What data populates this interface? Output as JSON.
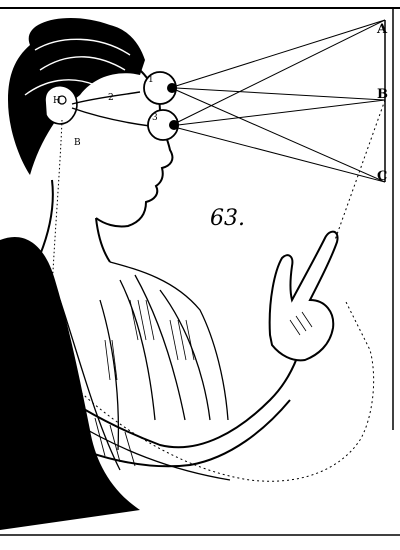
{
  "figure": {
    "number": "63.",
    "points": {
      "a": "A",
      "b": "B",
      "c": "C"
    },
    "brain_marks": {
      "h": "H",
      "b": "B"
    },
    "eye_marks": {
      "one": "1",
      "two": "2",
      "three": "3"
    }
  },
  "colors": {
    "ink": "#000000",
    "paper": "#ffffff"
  }
}
